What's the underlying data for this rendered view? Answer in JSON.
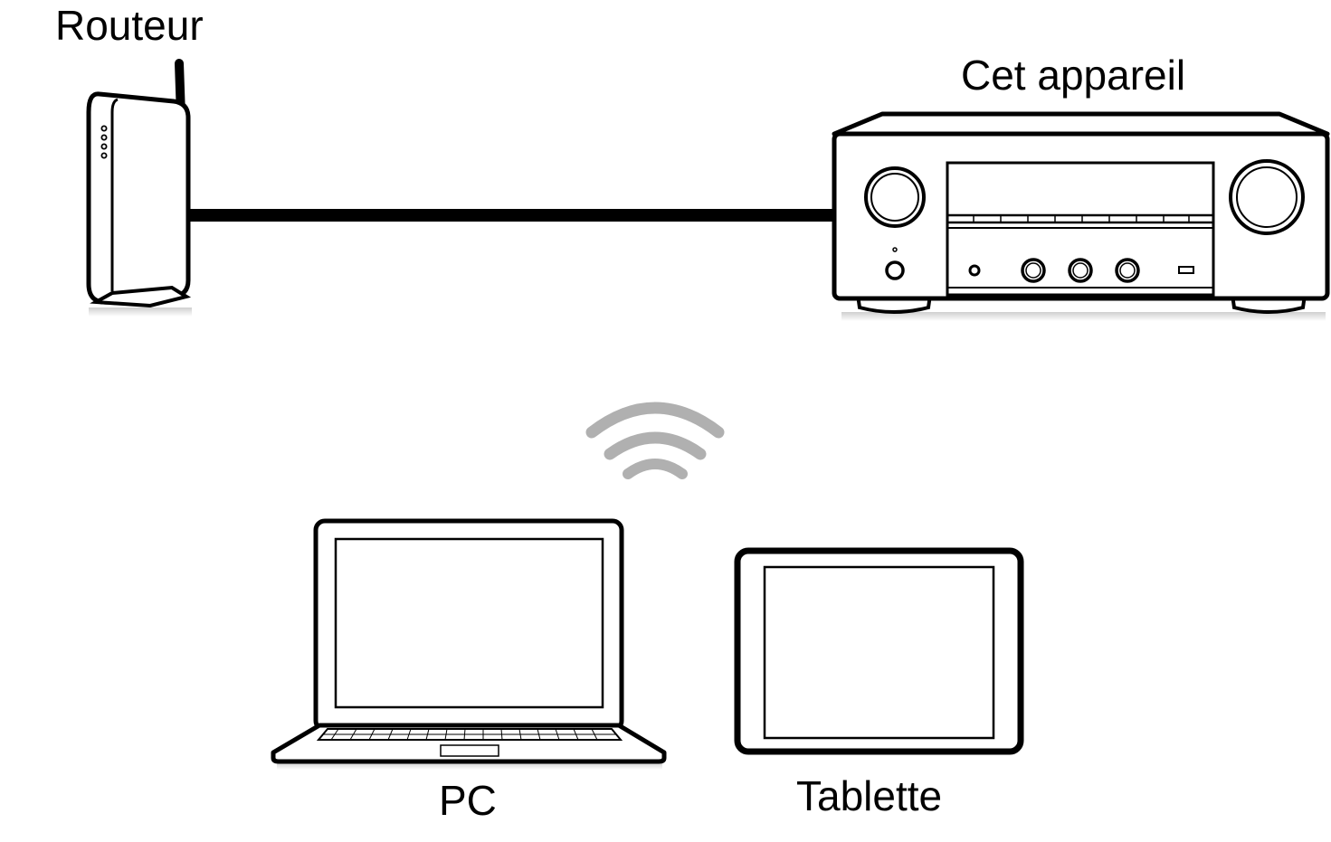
{
  "labels": {
    "router": "Routeur",
    "device": "Cet appareil",
    "pc": "PC",
    "tablet": "Tablette"
  },
  "icons": {
    "router": "router-icon",
    "receiver": "av-receiver-icon",
    "wifi": "wifi-signal-icon",
    "laptop": "laptop-icon",
    "tablet": "tablet-icon"
  },
  "colors": {
    "line": "#000000",
    "wifi": "#b0b0b0",
    "shadow": "#d8d8d8"
  }
}
